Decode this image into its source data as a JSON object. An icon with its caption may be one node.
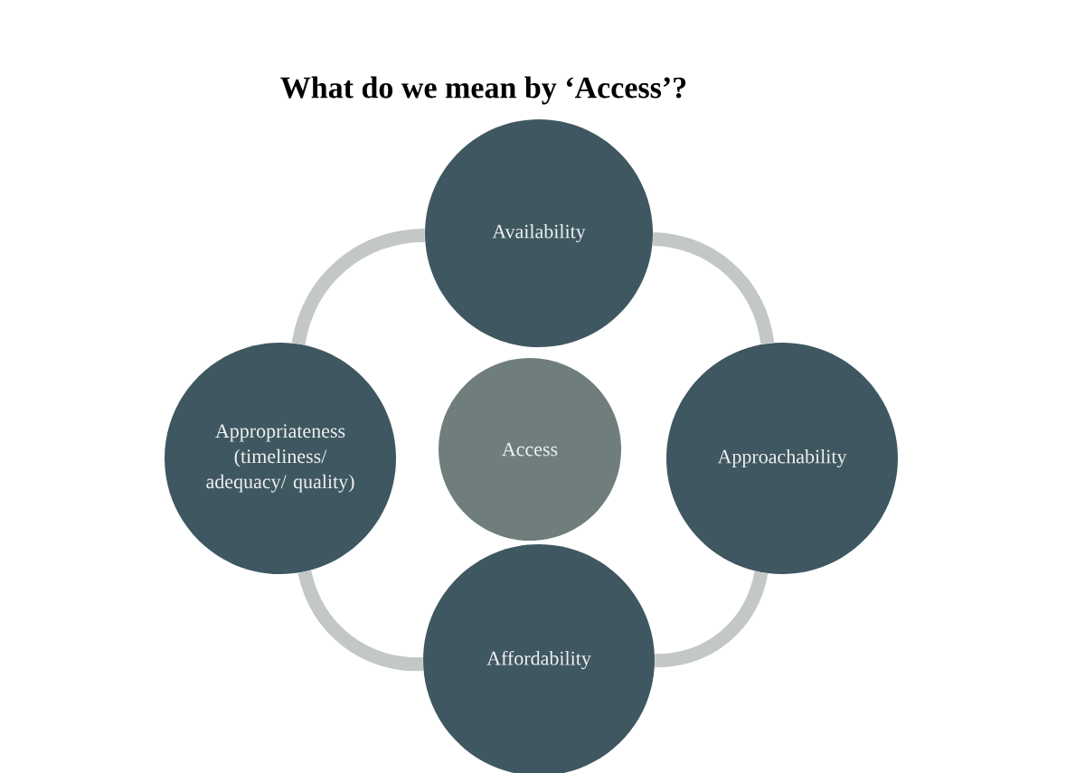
{
  "diagram": {
    "title": "What do we mean by ‘Access’?",
    "nodes": [
      {
        "text": [
          "Availability"
        ]
      },
      {
        "text": [
          "Appropriateness (timeliness/ adequacy/ quality)"
        ]
      },
      {
        "text": [
          "Access"
        ]
      },
      {
        "text": [
          "Approachability"
        ]
      },
      {
        "text": [
          "Affordability"
        ]
      }
    ],
    "edges": [
      {
        "from": 0,
        "to": 3,
        "arrow": "none"
      },
      {
        "from": 3,
        "to": 4,
        "arrow": "none"
      },
      {
        "from": 4,
        "to": 1,
        "arrow": "none"
      },
      {
        "from": 1,
        "to": 0,
        "arrow": "none"
      }
    ]
  }
}
